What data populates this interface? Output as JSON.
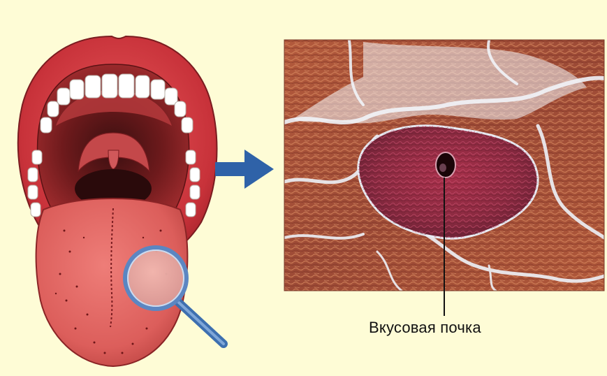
{
  "figure": {
    "background_color": "#fefcd6",
    "left_panel": "mouth-with-tongue-and-magnifier",
    "right_panel": "taste-bud-micrograph",
    "arrow_color": "#2f62a8",
    "pointer_label": "Вкусовая почка"
  }
}
